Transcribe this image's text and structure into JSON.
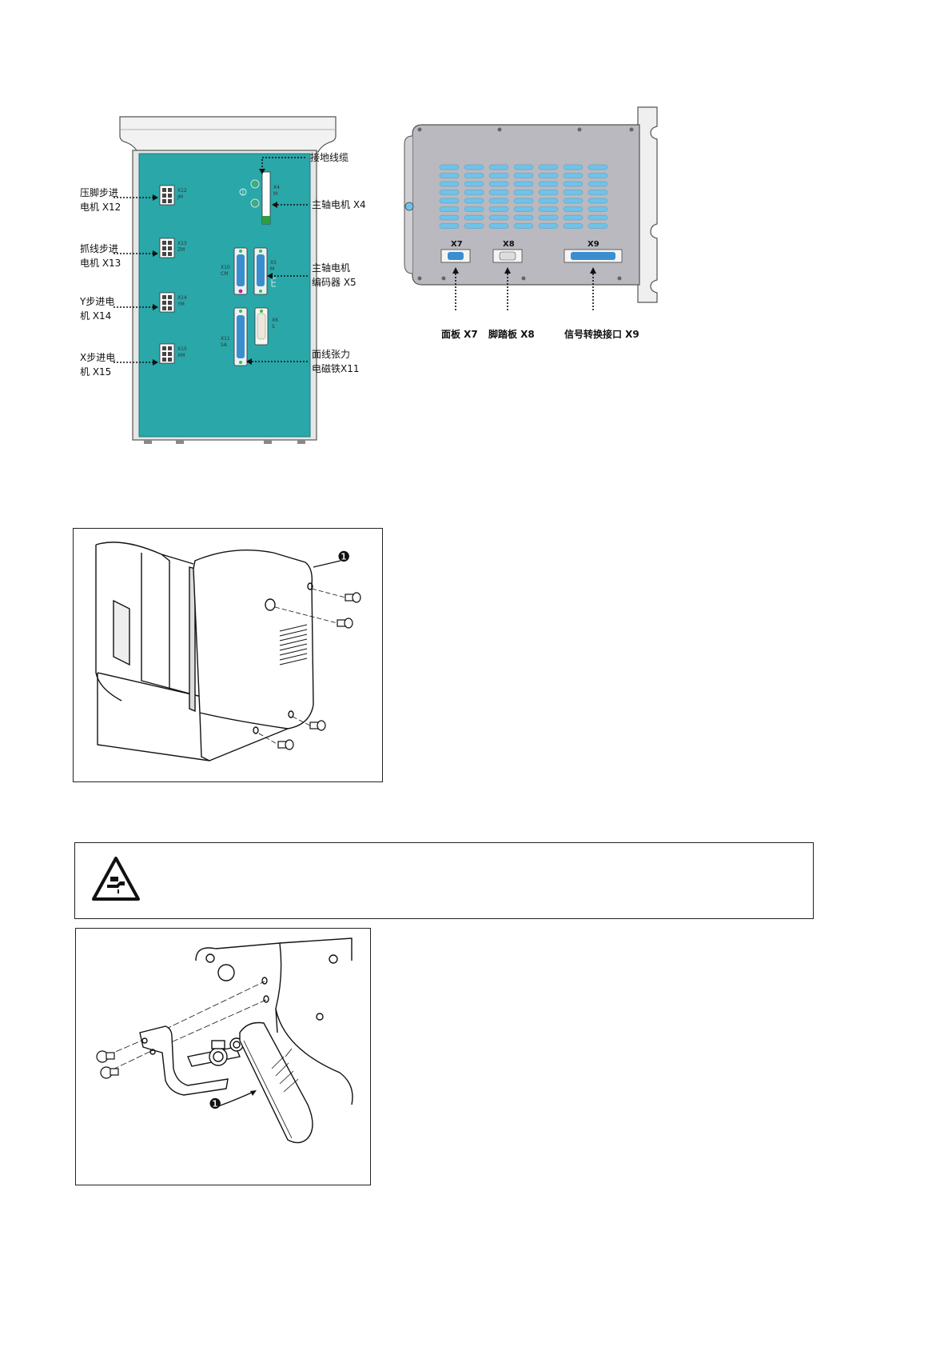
{
  "control_box_left": {
    "labels": {
      "x12": "压脚步进\n电机 X12",
      "x13": "抓线步进\n电机 X13",
      "x14": "Y步进电\n机 X14",
      "x15": "X步进电\n机 X15",
      "ground": "接地线缆",
      "x4": "主轴电机 X4",
      "x5": "主轴电机\n编码器 X5",
      "x11": "面线张力\n电磁铁X11"
    },
    "board_marks": {
      "x12": "X12\nJM",
      "x13": "X13\nZM",
      "x14": "X14\nYM",
      "x15": "X15\nXM",
      "x4": "X4\nM",
      "x10": "X10\nCM",
      "x5": "X5\nM",
      "x11": "X11\nSA",
      "x6": "X6\nS"
    },
    "colors": {
      "board": "#2aa7a9",
      "frame": "#d9d9d9"
    }
  },
  "control_box_right": {
    "connector_names": {
      "x7": "X7",
      "x8": "X8",
      "x9": "X9"
    },
    "labels": {
      "x7": "面板 X7",
      "x8": "脚踏板 X8",
      "x9": "信号转换接口 X9"
    },
    "colors": {
      "panel": "#b9b9bf",
      "vent": "#6ec3ea"
    }
  },
  "figure_cover": {
    "callout": "❶"
  },
  "warning": {
    "icon": "hand-crush-warning-icon",
    "text": ""
  },
  "figure_plate": {
    "callout": "❶"
  }
}
